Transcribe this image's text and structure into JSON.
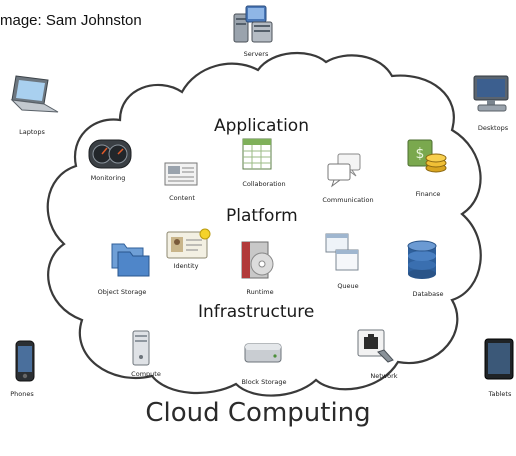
{
  "credit": "mage: Sam Johnston",
  "title": "Cloud Computing",
  "sections": {
    "application": "Application",
    "platform": "Platform",
    "infrastructure": "Infrastructure"
  },
  "outside": {
    "servers": "Servers",
    "laptops": "Laptops",
    "desktops": "Desktops",
    "phones": "Phones",
    "tablets": "Tablets"
  },
  "application": {
    "monitoring": "Monitoring",
    "content": "Content",
    "collaboration": "Collaboration",
    "communication": "Communication",
    "finance": "Finance"
  },
  "platform": {
    "object_storage": "Object Storage",
    "identity": "Identity",
    "runtime": "Runtime",
    "queue": "Queue",
    "database": "Database"
  },
  "infrastructure": {
    "compute": "Compute",
    "block_storage": "Block Storage",
    "network": "Network"
  },
  "icons": {
    "servers": "servers-icon",
    "laptops": "laptop-icon",
    "desktops": "desktop-icon",
    "phones": "phone-icon",
    "tablets": "tablet-icon",
    "monitoring": "gauge-icon",
    "content": "document-icon",
    "collaboration": "spreadsheet-icon",
    "communication": "chat-bubbles-icon",
    "finance": "coins-icon",
    "object_storage": "folders-icon",
    "identity": "id-card-icon",
    "runtime": "cd-box-icon",
    "queue": "windows-stack-icon",
    "database": "database-icon",
    "compute": "server-tower-icon",
    "block_storage": "hard-drive-icon",
    "network": "network-plug-icon"
  },
  "colors": {
    "cloud_fill": "#ffffff",
    "cloud_stroke": "#3a3a3a",
    "text": "#1a1a1a"
  }
}
